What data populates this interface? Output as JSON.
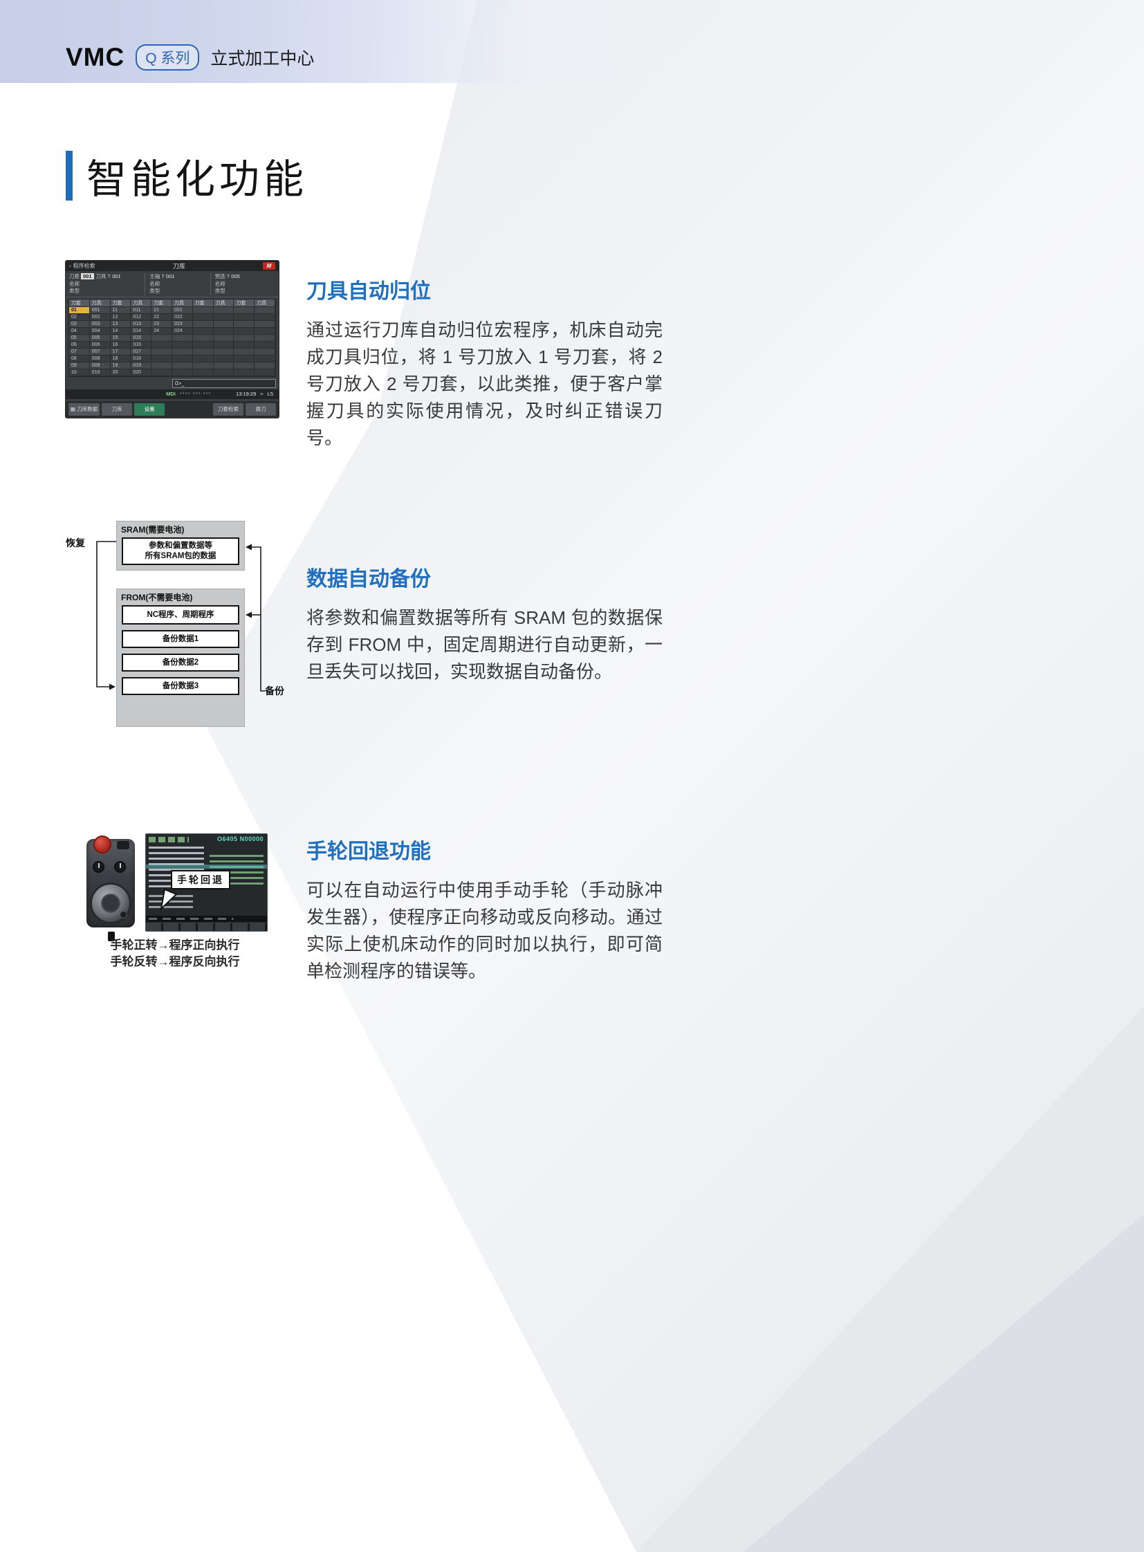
{
  "page_header": {
    "brand": "VMC",
    "series_badge": "Q 系列",
    "subtitle": "立式加工中心"
  },
  "page_title": "智能化功能",
  "sections": {
    "tool_return": {
      "heading": "刀具自动归位",
      "body": "通过运行刀库自动归位宏程序，机床自动完成刀具归位，将 1 号刀放入 1 号刀套，将 2 号刀放入 2 号刀套，以此类推，便于客户掌握刀具的实际使用情况，及时纠正错误刀号。"
    },
    "data_backup": {
      "heading": "数据自动备份",
      "body": "将参数和偏置数据等所有 SRAM 包的数据保存到 FROM 中，固定周期进行自动更新，一旦丢失可以找回，实现数据自动备份。"
    },
    "handwheel": {
      "heading": "手轮回退功能",
      "body": "可以在自动运行中使用手动手轮（手动脉冲发生器），使程序正向移动或反向移动。通过实际上使机床动作的同时加以执行，即可简单检测程序的错误等。",
      "caption_line1": "手轮正转→程序正向执行",
      "caption_line2": "手轮反转→程序反向执行"
    }
  },
  "icons": {
    "back_chevron": "‹",
    "status_stack": "≡",
    "logo_mark": "M"
  },
  "cnc_screen": {
    "nav_back": "程序检索",
    "title": "刀库",
    "info": {
      "pocket_label": "刀套",
      "pocket_value": "001",
      "tool_label": "刀具 T",
      "tool_value": "001",
      "spindle_label": "主轴 T",
      "spindle_value": "001",
      "preselect_label": "预选 T",
      "preselect_value": "005",
      "name_label": "名称",
      "type_label": "类型"
    },
    "table": {
      "header_pocket": "刀套",
      "header_tool": "刀具",
      "columns": [
        [
          [
            "01",
            "001"
          ],
          [
            "02",
            "002"
          ],
          [
            "03",
            "003"
          ],
          [
            "04",
            "004"
          ],
          [
            "05",
            "005"
          ],
          [
            "06",
            "006"
          ],
          [
            "07",
            "007"
          ],
          [
            "08",
            "008"
          ],
          [
            "09",
            "009"
          ],
          [
            "10",
            "010"
          ]
        ],
        [
          [
            "11",
            "011"
          ],
          [
            "12",
            "012"
          ],
          [
            "13",
            "013"
          ],
          [
            "14",
            "014"
          ],
          [
            "15",
            "015"
          ],
          [
            "16",
            "016"
          ],
          [
            "17",
            "017"
          ],
          [
            "18",
            "018"
          ],
          [
            "19",
            "019"
          ],
          [
            "20",
            "020"
          ]
        ],
        [
          [
            "21",
            "021"
          ],
          [
            "22",
            "022"
          ],
          [
            "23",
            "023"
          ],
          [
            "24",
            "024"
          ]
        ],
        [],
        []
      ]
    },
    "prompt": "0>_",
    "status": {
      "mode": "MDI",
      "flags": "****  ***  ***",
      "time": "13:19:29",
      "level": "L5"
    },
    "softkeys": [
      {
        "label": "刀库数据",
        "icon": "▦"
      },
      {
        "label": "刀库"
      },
      {
        "label": "设置",
        "accent": true
      },
      {
        "label": "",
        "spacer": true
      },
      {
        "label": "刀套检索"
      },
      {
        "label": "换刀"
      }
    ]
  },
  "backup_diagram": {
    "sram_title": "SRAM(需要电池)",
    "sram_line1": "参数和偏置数据等",
    "sram_line2": "所有SRAM包的数据",
    "from_title": "FROM(不需要电池)",
    "from_content": "NC程序、周期程序",
    "backup_boxes": [
      "备份数据1",
      "备份数据2",
      "备份数据3"
    ],
    "restore_label": "恢复",
    "backup_label": "备份"
  },
  "handwheel_screen": {
    "program_no": "O6405 N00000",
    "callout": "手轮回退"
  },
  "colors": {
    "accent_blue": "#1e6fc0",
    "title_bar_blue": "#1e6cc0",
    "highlight_yellow": "#e2b33c",
    "logo_red": "#c0271e",
    "softkey_green": "#2e7d59",
    "program_teal": "#62d8c4"
  }
}
